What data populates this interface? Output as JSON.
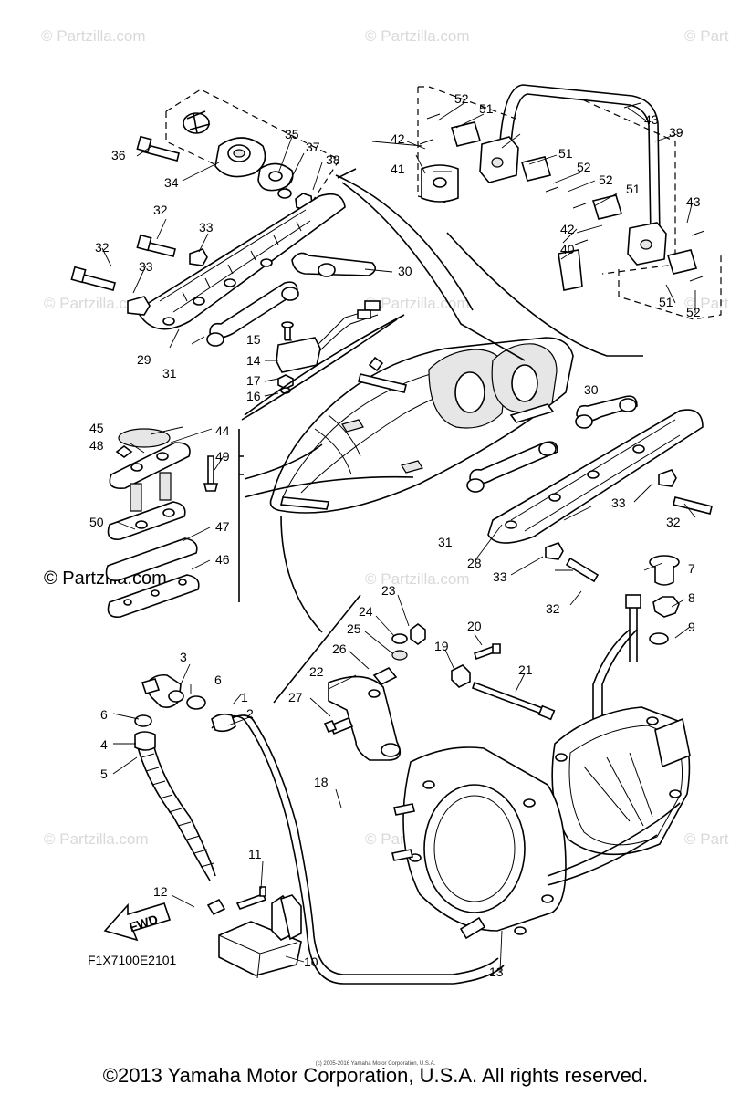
{
  "watermark": {
    "brand": "© Partzilla.com",
    "brand_short": "© Part"
  },
  "diagram": {
    "code": "F1X7100E2101",
    "fwd_label": "FWD",
    "small_copyright": "(c) 2005-2016 Yamaha Motor Corporation, U.S.A.",
    "callouts": [
      "1",
      "2",
      "3",
      "4",
      "5",
      "6",
      "7",
      "8",
      "9",
      "10",
      "11",
      "12",
      "13",
      "14",
      "15",
      "16",
      "17",
      "18",
      "19",
      "20",
      "21",
      "22",
      "23",
      "24",
      "25",
      "26",
      "27",
      "28",
      "29",
      "30",
      "31",
      "32",
      "33",
      "34",
      "35",
      "36",
      "37",
      "38",
      "39",
      "40",
      "41",
      "42",
      "43",
      "44",
      "45",
      "46",
      "47",
      "48",
      "49",
      "50",
      "51",
      "52"
    ]
  },
  "footer": {
    "copyright": "©2013 Yamaha Motor Corporation, U.S.A. All rights reserved."
  }
}
